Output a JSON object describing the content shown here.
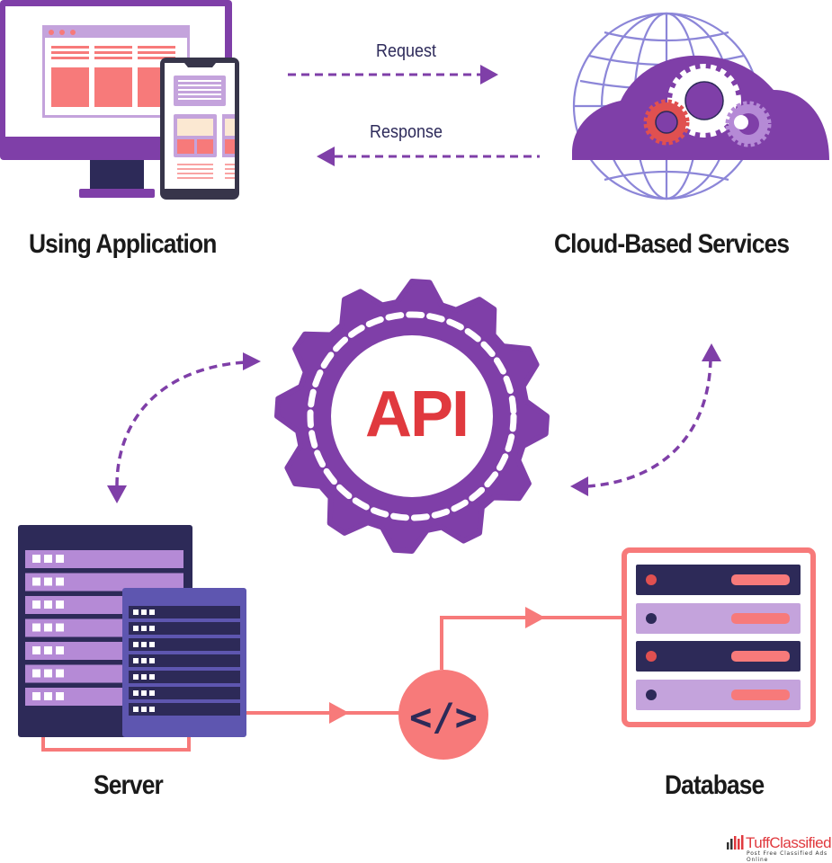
{
  "diagram": {
    "title_center": "API",
    "nodes": {
      "application": {
        "label": "Using Application"
      },
      "cloud": {
        "label": "Cloud-Based Services"
      },
      "server": {
        "label": "Server"
      },
      "database": {
        "label": "Database"
      },
      "code_connector": {
        "glyph": "</>"
      }
    },
    "flows": {
      "request": {
        "label": "Request",
        "direction": "application-to-cloud"
      },
      "response": {
        "label": "Response",
        "direction": "cloud-to-application"
      },
      "api_server": {
        "direction": "bidirectional"
      },
      "api_cloud": {
        "direction": "bidirectional"
      },
      "server_to_database": {
        "direction": "server-to-code-to-database"
      }
    }
  },
  "watermark": {
    "brand_prefix": "Tuff",
    "brand_suffix": "Classified",
    "tagline": "Post Free Classified Ads Online"
  },
  "colors": {
    "purple": "#7f3fa8",
    "light_purple": "#c4a3dc",
    "lavender": "#b58ad6",
    "navy": "#2d2a58",
    "coral": "#f77a7a",
    "red": "#e0393e",
    "cream": "#fbe8d2",
    "globe_blue": "#8c86d8",
    "server_front": "#5e56b0"
  }
}
